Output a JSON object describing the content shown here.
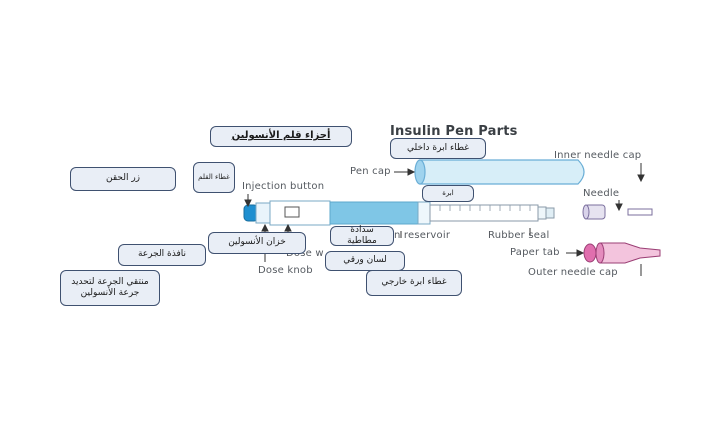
{
  "arabic_labels": {
    "title": "أجزاء قلم الأنسولين",
    "inner_needle_cap": "غطاء ابرة داخلي",
    "injection_button": "زر الحقن",
    "pen_cap": "غطاء القلم",
    "needle": "ابرة",
    "insulin_reservoir": "خزان الأنسولين",
    "rubber_seal": "سدادة مطاطية",
    "dose_window": "نافذة الجرعة",
    "paper_tab": "لسان ورقي",
    "dose_knob": "منتقي الجرعة لتحديد جرعة الأنسولين",
    "outer_needle_cap": "غطاء ابرة خارجي"
  },
  "english_labels": {
    "title": "Insulin Pen Parts",
    "inner_needle_cap": "Inner needle cap",
    "pen_cap": "Pen cap",
    "needle": "Needle",
    "injection_button": "Injection button",
    "reservoir": "n reservoir",
    "rubber_seal": "Rubber seal",
    "paper_tab": "Paper tab",
    "dose_window": "Dose w",
    "dose_knob": "Dose knob",
    "outer_needle_cap": "Outer needle cap"
  },
  "colors": {
    "box_fill": "#e9eef6",
    "box_border": "#3f5170",
    "pen_blue": "#7fc6e6",
    "cap_fill": "#d7eef8",
    "needle_cap_pink": "#e06fae"
  }
}
